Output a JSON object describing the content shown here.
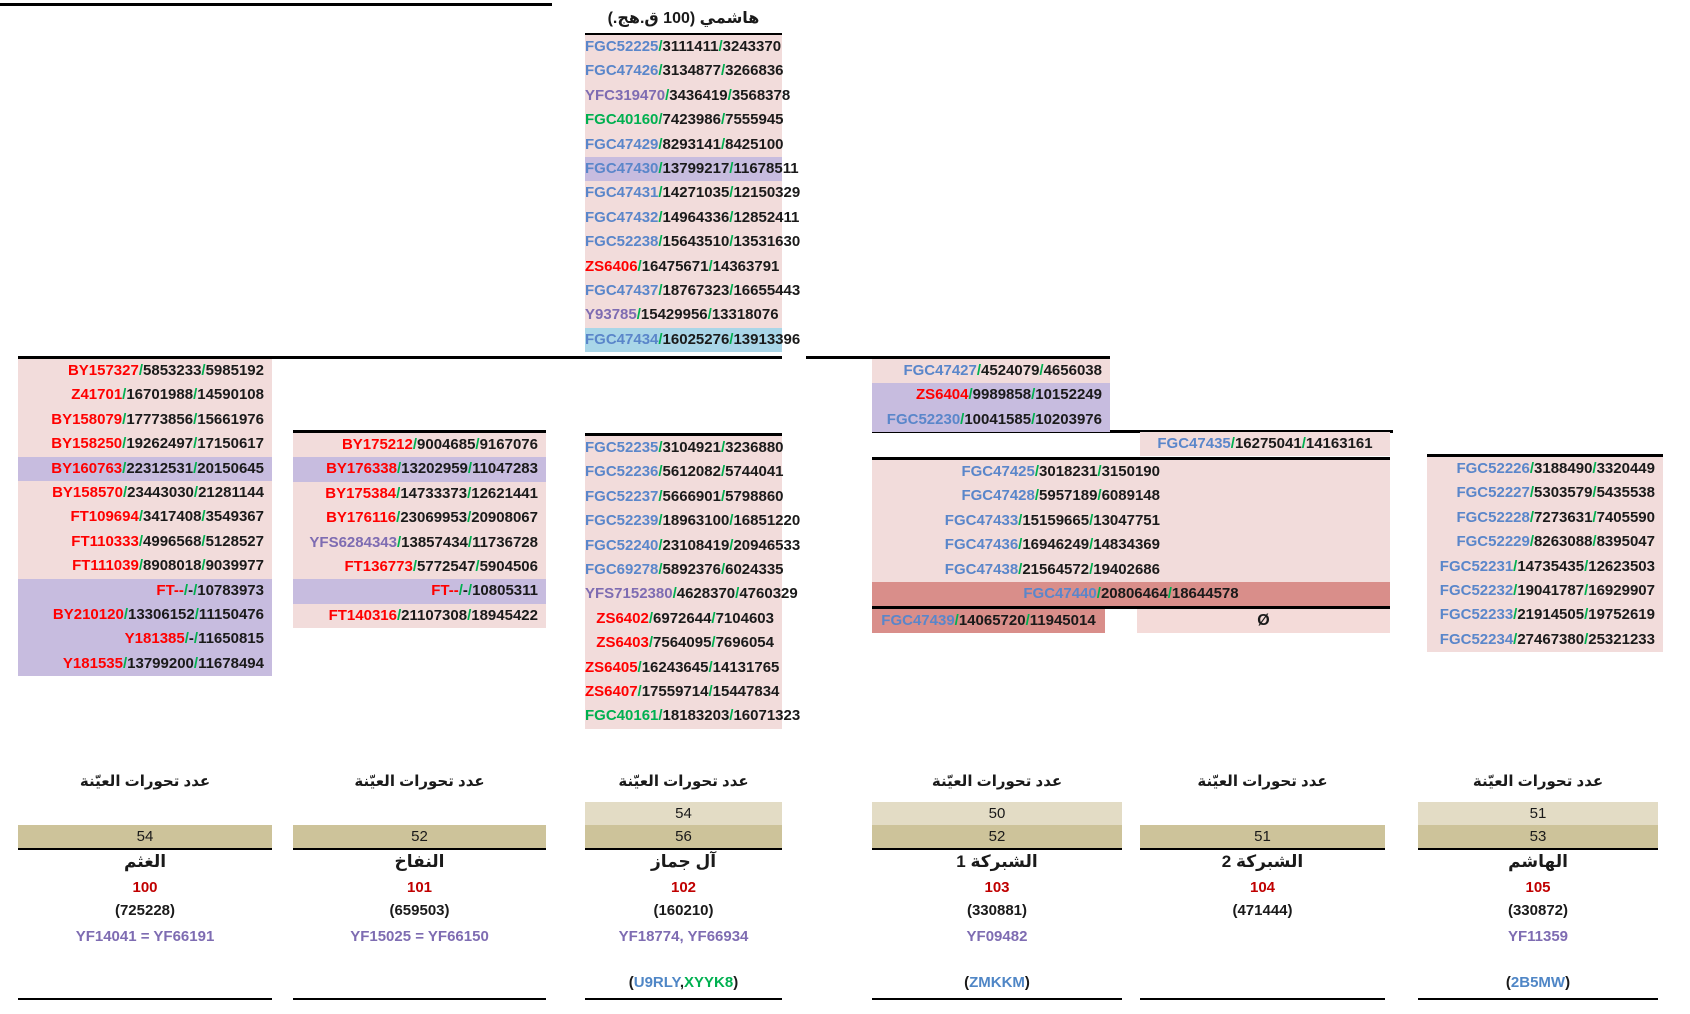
{
  "colors": {
    "blue": "#5a86ca",
    "red": "#ff0000",
    "purple": "#7e6cb2",
    "green": "#00b050",
    "black": "#1a1a1a",
    "darkred": "#c00000",
    "codeblue": "#4f86c6",
    "pink": "#f2dcdb",
    "purplebg": "#c7bcdf",
    "lightbluebg": "#a9d6e8",
    "salmonbg": "#d98e8a",
    "lightpinkbg": "#f4dbd9",
    "khakilight": "#e3dcc5",
    "khakidark": "#cdc39a"
  },
  "root": {
    "title": "هاشمي (100 ق.هج.)",
    "rows": [
      {
        "name": "FGC52225",
        "p1": "3111411",
        "p2": "3243370",
        "c": "blue"
      },
      {
        "name": "FGC47426",
        "p1": "3134877",
        "p2": "3266836",
        "c": "blue"
      },
      {
        "name": "YFC319470",
        "p1": "3436419",
        "p2": "3568378",
        "c": "purple"
      },
      {
        "name": "FGC40160",
        "p1": "7423986",
        "p2": "7555945",
        "c": "green"
      },
      {
        "name": "FGC47429",
        "p1": "8293141",
        "p2": "8425100",
        "c": "blue"
      },
      {
        "name": "FGC47430",
        "p1": "13799217",
        "p2": "11678511",
        "c": "blue",
        "bg": "purple"
      },
      {
        "name": "FGC47431",
        "p1": "14271035",
        "p2": "12150329",
        "c": "blue"
      },
      {
        "name": "FGC47432",
        "p1": "14964336",
        "p2": "12852411",
        "c": "blue"
      },
      {
        "name": "FGC52238",
        "p1": "15643510",
        "p2": "13531630",
        "c": "blue"
      },
      {
        "name": "ZS6406",
        "p1": "16475671",
        "p2": "14363791",
        "c": "red"
      },
      {
        "name": "FGC47437",
        "p1": "18767323",
        "p2": "16655443",
        "c": "blue"
      },
      {
        "name": "Y93785",
        "p1": "15429956",
        "p2": "13318076",
        "c": "purple"
      },
      {
        "name": "FGC47434",
        "p1": "16025276",
        "p2": "13913396",
        "c": "blue",
        "bg": "lightblue"
      }
    ]
  },
  "ghathm": {
    "rows": [
      {
        "name": "BY157327",
        "p1": "5853233",
        "p2": "5985192",
        "c": "red"
      },
      {
        "name": "Z41701",
        "p1": "16701988",
        "p2": "14590108",
        "c": "red"
      },
      {
        "name": "BY158079",
        "p1": "17773856",
        "p2": "15661976",
        "c": "red"
      },
      {
        "name": "BY158250",
        "p1": "19262497",
        "p2": "17150617",
        "c": "red"
      },
      {
        "name": "BY160763",
        "p1": "22312531",
        "p2": "20150645",
        "c": "red",
        "bg": "purple"
      },
      {
        "name": "BY158570",
        "p1": "23443030",
        "p2": "21281144",
        "c": "red"
      },
      {
        "name": "FT109694",
        "p1": "3417408",
        "p2": "3549367",
        "c": "red"
      },
      {
        "name": "FT110333",
        "p1": "4996568",
        "p2": "5128527",
        "c": "red"
      },
      {
        "name": "FT111039",
        "p1": "8908018",
        "p2": "9039977",
        "c": "red"
      },
      {
        "name": "FT--",
        "p1": "-",
        "p2": "10783973",
        "c": "red",
        "bg": "purple"
      },
      {
        "name": "BY210120",
        "p1": "13306152",
        "p2": "11150476",
        "c": "red",
        "bg": "purple"
      },
      {
        "name": "Y181385",
        "p1": "-",
        "p2": "11650815",
        "c": "red",
        "bg": "purple"
      },
      {
        "name": "Y181535",
        "p1": "13799200",
        "p2": "11678494",
        "c": "red",
        "bg": "purple"
      }
    ]
  },
  "naffakh": {
    "rows": [
      {
        "name": "BY175212",
        "p1": "9004685",
        "p2": "9167076",
        "c": "red"
      },
      {
        "name": "BY176338",
        "p1": "13202959",
        "p2": "11047283",
        "c": "red",
        "bg": "purple"
      },
      {
        "name": "BY175384",
        "p1": "14733373",
        "p2": "12621441",
        "c": "red"
      },
      {
        "name": "BY176116",
        "p1": "23069953",
        "p2": "20908067",
        "c": "red"
      },
      {
        "name": "YFS6284343",
        "p1": "13857434",
        "p2": "11736728",
        "c": "purple"
      },
      {
        "name": "FT136773",
        "p1": "5772547",
        "p2": "5904506",
        "c": "red"
      },
      {
        "name": "FT--",
        "p1": "-",
        "p2": "10805311",
        "c": "red",
        "bg": "purple"
      },
      {
        "name": "FT140316",
        "p1": "21107308",
        "p2": "18945422",
        "c": "red"
      }
    ]
  },
  "jammaz": {
    "rows": [
      {
        "name": "FGC52235",
        "p1": "3104921",
        "p2": "3236880",
        "c": "blue"
      },
      {
        "name": "FGC52236",
        "p1": "5612082",
        "p2": "5744041",
        "c": "blue"
      },
      {
        "name": "FGC52237",
        "p1": "5666901",
        "p2": "5798860",
        "c": "blue"
      },
      {
        "name": "FGC52239",
        "p1": "18963100",
        "p2": "16851220",
        "c": "blue"
      },
      {
        "name": "FGC52240",
        "p1": "23108419",
        "p2": "20946533",
        "c": "blue"
      },
      {
        "name": "FGC69278",
        "p1": "5892376",
        "p2": "6024335",
        "c": "blue"
      },
      {
        "name": "YFS7152380",
        "p1": "4628370",
        "p2": "4760329",
        "c": "purple"
      },
      {
        "name": "ZS6402",
        "p1": "6972644",
        "p2": "7104603",
        "c": "red"
      },
      {
        "name": "ZS6403",
        "p1": "7564095",
        "p2": "7696054",
        "c": "red"
      },
      {
        "name": "ZS6405",
        "p1": "16243645",
        "p2": "14131765",
        "c": "red"
      },
      {
        "name": "ZS6407",
        "p1": "17559714",
        "p2": "15447834",
        "c": "red"
      },
      {
        "name": "FGC40161",
        "p1": "18183203",
        "p2": "16071323",
        "c": "green"
      }
    ]
  },
  "midblock": {
    "rows": [
      {
        "name": "FGC47427",
        "p1": "4524079",
        "p2": "4656038",
        "c": "blue"
      },
      {
        "name": "ZS6404",
        "p1": "9989858",
        "p2": "10152249",
        "c": "red",
        "bg": "purple"
      },
      {
        "name": "FGC52230",
        "p1": "10041585",
        "p2": "10203976",
        "c": "blue",
        "bg": "purple"
      }
    ]
  },
  "fgc47435": {
    "rows": [
      {
        "name": "FGC47435",
        "p1": "16275041",
        "p2": "14163161",
        "c": "blue",
        "align": "center"
      }
    ]
  },
  "shubraka_shared": {
    "rows": [
      {
        "name": "FGC47425",
        "p1": "3018231",
        "p2": "3150190",
        "c": "blue"
      },
      {
        "name": "FGC47428",
        "p1": "5957189",
        "p2": "6089148",
        "c": "blue"
      },
      {
        "name": "FGC47433",
        "p1": "15159665",
        "p2": "13047751",
        "c": "blue"
      },
      {
        "name": "FGC47436",
        "p1": "16946249",
        "p2": "14834369",
        "c": "blue"
      },
      {
        "name": "FGC47438",
        "p1": "21564572",
        "p2": "19402686",
        "c": "blue"
      },
      {
        "name": "FGC47440",
        "p1": "20806464",
        "p2": "18644578",
        "c": "blue",
        "bg": "salmon",
        "align": "center"
      }
    ],
    "bottom_left_rows": [
      {
        "name": "FGC47439",
        "p1": "14065720",
        "p2": "11945014",
        "c": "blue",
        "bg": "salmon",
        "align": "center"
      }
    ],
    "empty_symbol": "Ø"
  },
  "hashim": {
    "rows": [
      {
        "name": "FGC52226",
        "p1": "3188490",
        "p2": "3320449",
        "c": "blue"
      },
      {
        "name": "FGC52227",
        "p1": "5303579",
        "p2": "5435538",
        "c": "blue"
      },
      {
        "name": "FGC52228",
        "p1": "7273631",
        "p2": "7405590",
        "c": "blue"
      },
      {
        "name": "FGC52229",
        "p1": "8263088",
        "p2": "8395047",
        "c": "blue"
      },
      {
        "name": "FGC52231",
        "p1": "14735435",
        "p2": "12623503",
        "c": "blue"
      },
      {
        "name": "FGC52232",
        "p1": "19041787",
        "p2": "16929907",
        "c": "blue"
      },
      {
        "name": "FGC52233",
        "p1": "21914505",
        "p2": "19752619",
        "c": "blue"
      },
      {
        "name": "FGC52234",
        "p1": "27467380",
        "p2": "25321233",
        "c": "blue"
      }
    ]
  },
  "summary": {
    "heading": "عدد تحورات العيّنة",
    "cols": [
      {
        "key": "ghathm",
        "bars": [
          "54"
        ],
        "name": "الغثم",
        "id": "100",
        "sample": "(725228)",
        "yf": "YF14041 = YF66191",
        "code": []
      },
      {
        "key": "naffakh",
        "bars": [
          "52"
        ],
        "name": "النفاخ",
        "id": "101",
        "sample": "(659503)",
        "yf": "YF15025 = YF66150",
        "code": []
      },
      {
        "key": "jammaz",
        "bars": [
          "54",
          "56"
        ],
        "name": "آل جماز",
        "id": "102",
        "sample": "(160210)",
        "yf": "YF18774, YF66934",
        "code": [
          {
            "t": "(",
            "c": "black"
          },
          {
            "t": "U9RLY",
            "c": "codeblue"
          },
          {
            "t": ",",
            "c": "black"
          },
          {
            "t": "XYYK8",
            "c": "green"
          },
          {
            "t": ")",
            "c": "black"
          }
        ]
      },
      {
        "key": "shubraka1",
        "bars": [
          "50",
          "52"
        ],
        "name": "الشبركة 1",
        "id": "103",
        "sample": "(330881)",
        "yf": "YF09482",
        "code": [
          {
            "t": "(",
            "c": "black"
          },
          {
            "t": "ZMKKM",
            "c": "codeblue"
          },
          {
            "t": ")",
            "c": "black"
          }
        ]
      },
      {
        "key": "shubraka2",
        "bars": [
          "51"
        ],
        "name": "الشبركة 2",
        "id": "104",
        "sample": "(471444)",
        "yf": "",
        "code": []
      },
      {
        "key": "hashim",
        "bars": [
          "51",
          "53"
        ],
        "name": "الهاشم",
        "id": "105",
        "sample": "(330872)",
        "yf": "YF11359",
        "code": [
          {
            "t": "(",
            "c": "black"
          },
          {
            "t": "2B5MW",
            "c": "codeblue"
          },
          {
            "t": ")",
            "c": "black"
          }
        ]
      }
    ]
  }
}
